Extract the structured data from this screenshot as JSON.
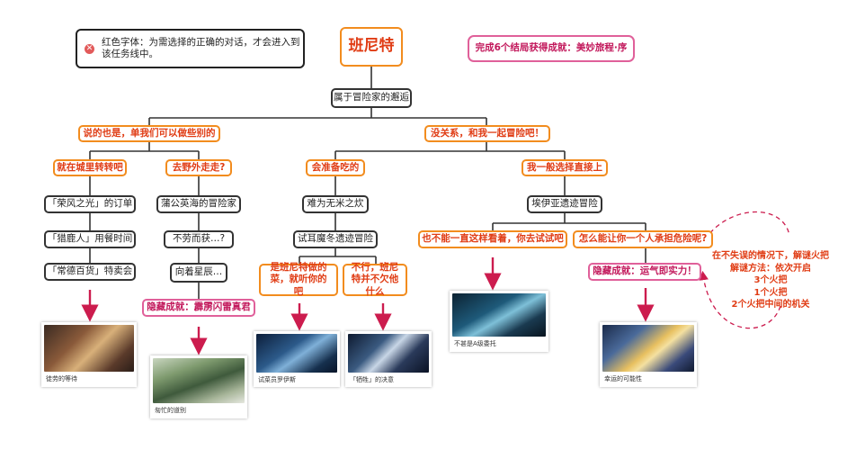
{
  "note": {
    "text": "红色字体：为需选择的正确的对话，才会进入到该任务线中。",
    "icon": "warning-icon"
  },
  "title": "班尼特",
  "achievement_all": "完成6个结局获得成就：美妙旅程·序",
  "root": "属于冒险家的邂逅",
  "choices": {
    "left": "说的也是，单我们可以做些别的",
    "right": "没关系，和我一起冒险吧！"
  },
  "branches": {
    "city": "就在城里转转吧",
    "outdoor": "去野外走走?",
    "food": "会准备吃的",
    "ruins": "我一般选择直接上"
  },
  "city_steps": [
    "「荣风之光」的订单",
    "「猎鹿人」用餐时间",
    "「常德百货」特卖会"
  ],
  "outdoor_steps": [
    "蒲公英海的冒险家",
    "不劳而获…?",
    "向着星辰…"
  ],
  "outdoor_achievement": "隐藏成就：霹雳闪雷真君",
  "food_steps": [
    "难为无米之炊",
    "试耳魔冬遗迹冒险"
  ],
  "food_choices": [
    "是班尼特做的菜，就听你的吧",
    "不行，班尼特并不欠他什么"
  ],
  "ruins_step": "埃伊亚遗迹冒险",
  "ruins_choices": [
    "也不能一直这样看着，你去试试吧",
    "怎么能让你一个人承担危险呢?"
  ],
  "ruins_achievement": "隐藏成就：运气即实力！",
  "side_note": [
    "在不失误的情况下，解谜火把",
    "解谜方法：依次开启",
    "3个火把",
    "1个火把",
    "2个火把中间的机关"
  ],
  "endings": [
    "徒劳的等待",
    "匆忙的道别",
    "试菜员罗伊斯",
    "「牺牲」的决意",
    "不甚是A级委托",
    "幸运的可能性"
  ],
  "colors": {
    "line": "#333333",
    "orange_border": "#f28c1e",
    "red_text": "#e03c14",
    "pink_border": "#e0609a",
    "pink_text": "#c2185b",
    "arrow": "#cc1c4e"
  }
}
